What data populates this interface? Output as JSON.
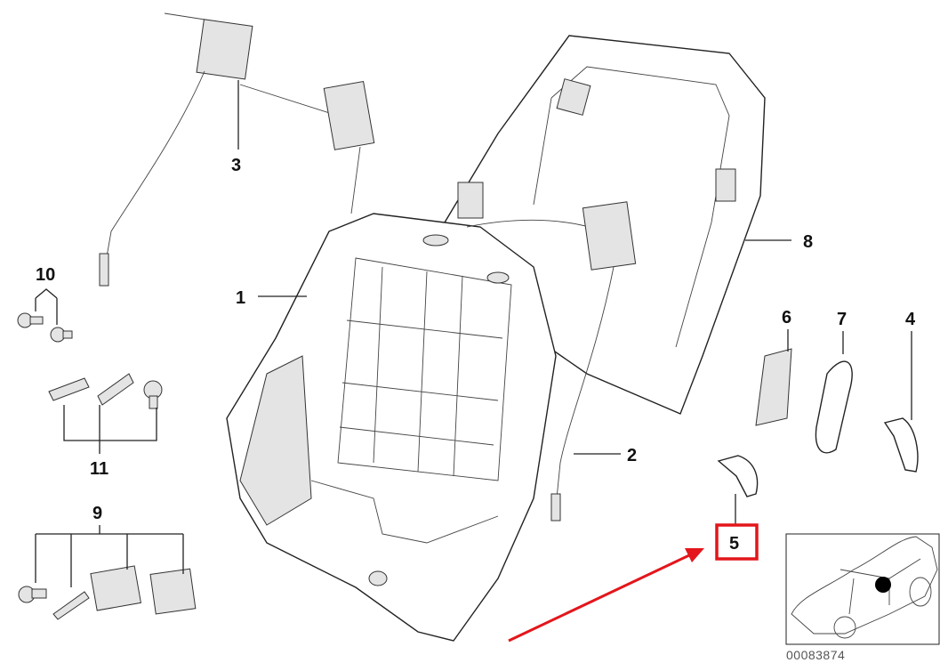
{
  "diagram": {
    "callouts": {
      "p1": "1",
      "p2": "2",
      "p3": "3",
      "p4": "4",
      "p5": "5",
      "p6": "6",
      "p7": "7",
      "p8": "8",
      "p9": "9",
      "p10": "10",
      "p11": "11"
    },
    "highlighted_callout": "5",
    "highlight_color": "#e3161b",
    "arrow_color": "#e3161b",
    "diagram_code": "00083874"
  }
}
